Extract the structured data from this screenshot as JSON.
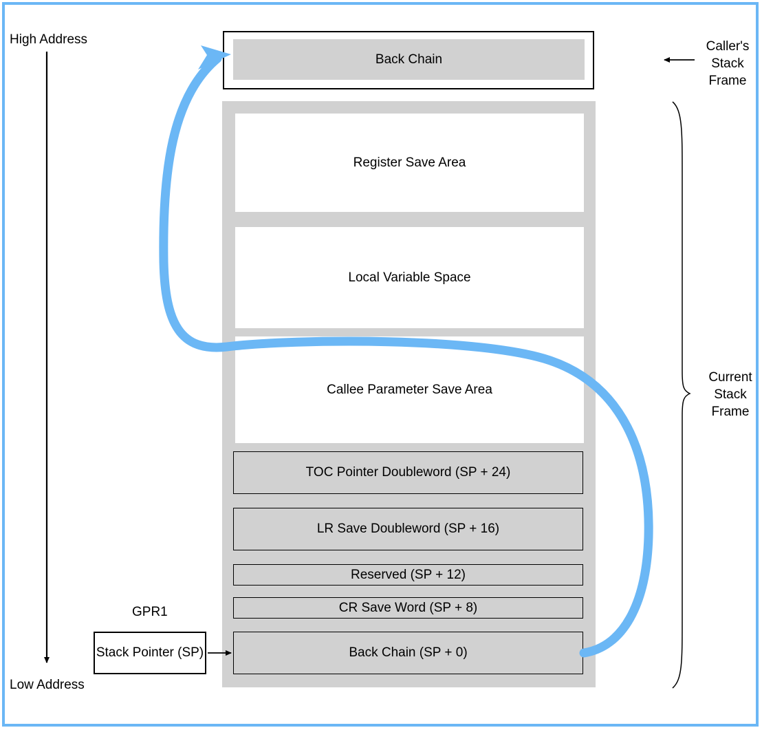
{
  "diagram": {
    "title_absent": true,
    "colors": {
      "frame_blue": "#6BB7F5",
      "panel_gray": "#d1d1d1",
      "arrow_black": "#000000",
      "box_white": "#ffffff"
    },
    "address_axis": {
      "high_label": "High Address",
      "low_label": "Low Address",
      "direction": "downward"
    },
    "caller_frame": {
      "bracket_label": "Caller's\nStack\nFrame",
      "slots": [
        {
          "label": "Back Chain"
        }
      ]
    },
    "current_frame": {
      "brace_label": "Current\nStack\nFrame",
      "regions": [
        {
          "label": "Register Save Area",
          "style": "white"
        },
        {
          "label": "Local Variable Space",
          "style": "white"
        },
        {
          "label": "Callee Parameter Save Area",
          "style": "white"
        },
        {
          "label": "TOC Pointer Doubleword (SP + 24)",
          "style": "gray-slot"
        },
        {
          "label": "LR Save Doubleword (SP + 16)",
          "style": "gray-slot"
        },
        {
          "label": "Reserved (SP + 12)",
          "style": "gray-slot"
        },
        {
          "label": "CR Save Word (SP + 8)",
          "style": "gray-slot"
        },
        {
          "label": "Back Chain (SP + 0)",
          "style": "gray-slot"
        }
      ]
    },
    "register": {
      "name_label": "GPR1",
      "box_label": "Stack Pointer (SP)"
    },
    "back_chain_link": {
      "description": "blue curved arrow",
      "from": "Back Chain (SP + 0)",
      "to": "Back Chain",
      "color": "#6BB7F5"
    }
  }
}
